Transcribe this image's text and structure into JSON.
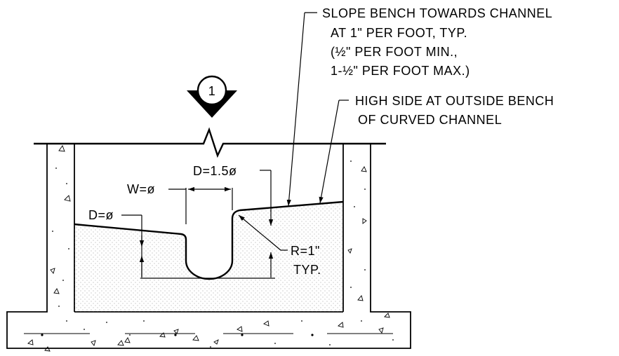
{
  "callouts": {
    "slope_bench": [
      "SLOPE BENCH TOWARDS CHANNEL",
      "AT 1\" PER FOOT, TYP.",
      "(½\" PER FOOT MIN.,",
      "1-½\" PER FOOT MAX.)"
    ],
    "high_side": [
      "HIGH SIDE AT OUTSIDE BENCH",
      "OF CURVED CHANNEL"
    ],
    "radius": [
      "R=1\"",
      "TYP."
    ]
  },
  "dimensions": {
    "depth_outlet": "D=1.5ø",
    "width": "W=ø",
    "depth_inlet": "D=ø"
  },
  "section_marker": {
    "number": "1"
  }
}
